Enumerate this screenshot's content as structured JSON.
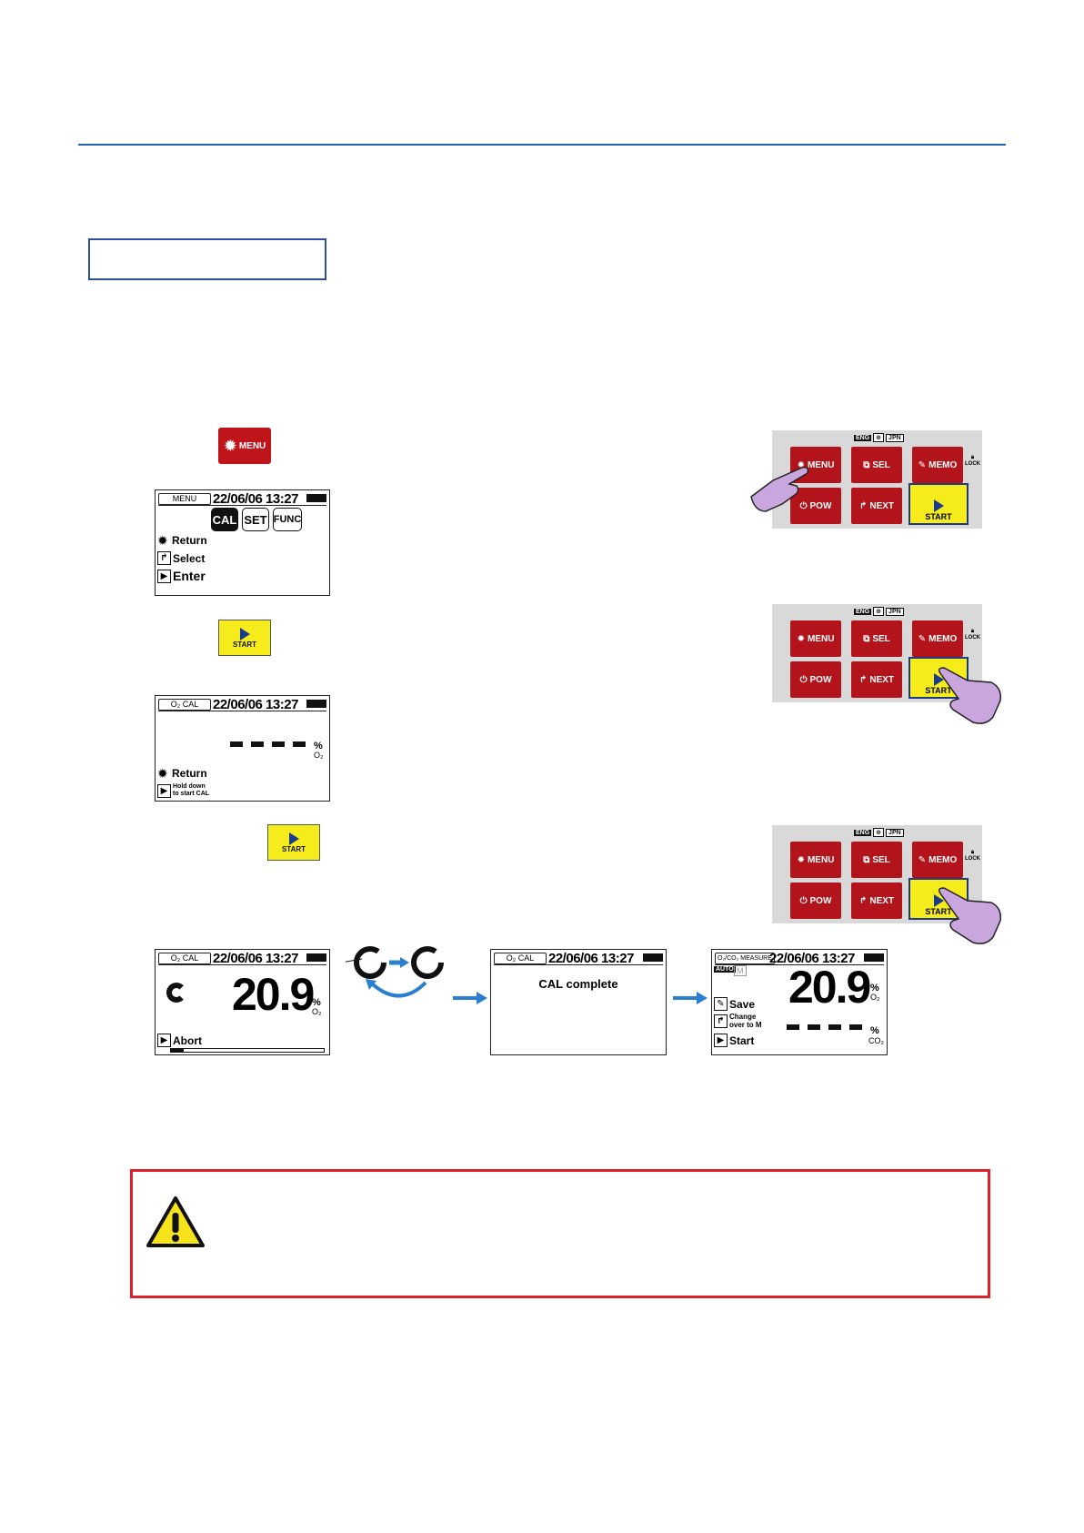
{
  "keys": {
    "menu": "MENU",
    "start": "START",
    "sel": "SEL",
    "memo": "MEMO",
    "pow": "POW",
    "next": "NEXT",
    "lock": "LOCK",
    "lang_eng": "ENG",
    "lang_jpn": "JPN"
  },
  "screen_menu": {
    "tag": "MENU",
    "datetime": "22/06/06 13:27",
    "chips": [
      "CAL",
      "SET",
      "FUNC"
    ],
    "rows": [
      "Return",
      "Select",
      "Enter"
    ]
  },
  "screen_o2cal": {
    "tag": "O₂ CAL",
    "datetime": "22/06/06 13:27",
    "unit": "%",
    "gas": "O₂",
    "return": "Return",
    "hold_line1": "Hold down",
    "hold_line2": "to start CAL"
  },
  "screen_running": {
    "tag": "O₂ CAL",
    "datetime": "22/06/06 13:27",
    "value": "20.9",
    "unit": "%",
    "gas": "O₂",
    "abort": "Abort"
  },
  "screen_complete": {
    "tag": "O₂ CAL",
    "datetime": "22/06/06 13:27",
    "message": "CAL complete"
  },
  "screen_measure": {
    "tag": "O₂/CO₂ MEASURE",
    "datetime": "22/06/06 13:27",
    "auto": "AUTO",
    "manual": "M",
    "value": "20.9",
    "unit": "%",
    "gas_o2": "O₂",
    "gas_co2": "CO₂",
    "save": "Save",
    "change_line1": "Change",
    "change_line2": "over to M",
    "start": "Start"
  },
  "colors": {
    "rule": "#1f64b0",
    "key_red": "#b3141b",
    "key_yellow": "#f7ec1b",
    "arrow_blue": "#2a7fd0",
    "warn_red": "#e02029",
    "hand": "#c9a6dd"
  }
}
